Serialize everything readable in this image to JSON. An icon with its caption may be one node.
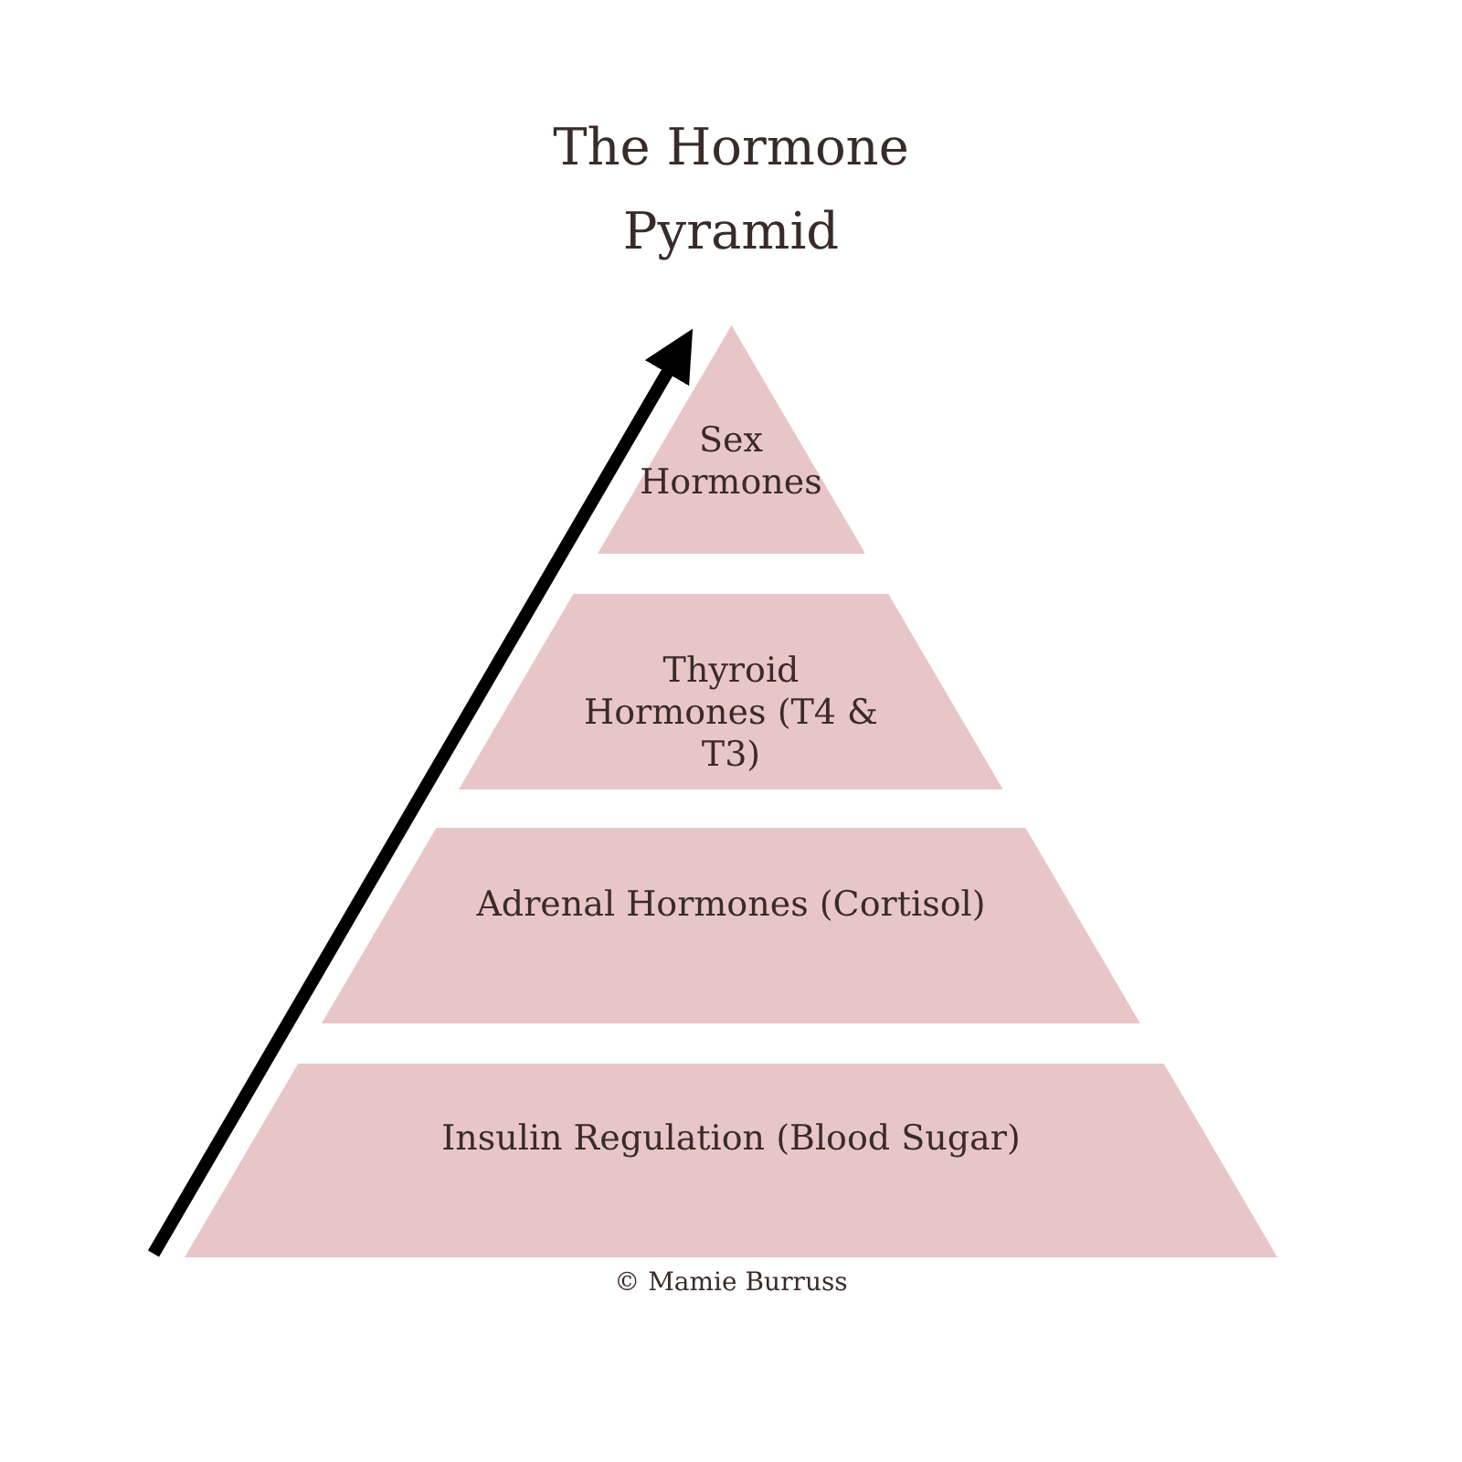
{
  "diagram": {
    "title": "The Hormone Pyramid",
    "nodes": [
      {
        "text": [
          "Sex Hormones"
        ]
      },
      {
        "text": [
          "Thyroid Hormones (T4 & T3)"
        ]
      },
      {
        "text": [
          "Adrenal Hormones (Cortisol)"
        ]
      },
      {
        "text": [
          "Insulin Regulation (Blood Sugar)"
        ]
      }
    ],
    "labels": [
      "© Mamie Burruss"
    ]
  }
}
